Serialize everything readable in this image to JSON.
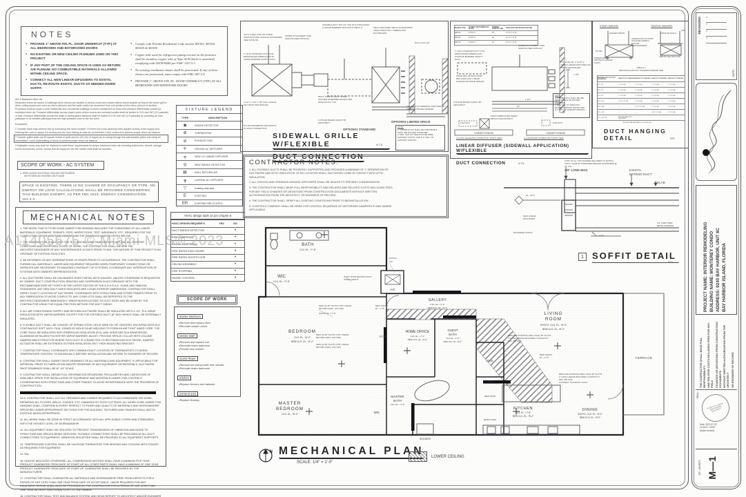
{
  "watermark": "A11405675 © Miami MLS® 2023",
  "notes_box": {
    "title": "NOTES",
    "left_items": [
      "PROVIDE 1\" ABOVE FIN. FL. DOOR UNDERCUT (TYP.) AT ALL BEDROOMS AND BATHROOMS DOORS",
      "NO EXISTING OR NEW CEILING PLENUMS USED ON THIS PROJECT",
      "IF ANY PART OF THE CEILING SPACE IS USED AS RETURN AIR PLENUM. NO COMBUSTIBLE MATERIALS ALLOWED WITHIN CEILING SPACE.",
      "CONNECT ALL NEW LINEAR DIFUSSERS TO EXISTG. DUCTS, RE-ROUTE EXISTG. DUCTS AS NEEDED INSIDE SOFFIT."
    ],
    "right_items": [
      "Comply with Florida Residential Code section M1503, M1504, M1505 & M1506",
      "Copper tube used for refrigerant piping erected on the premises shall be seamless copper tube of Type ACR (hard or annealed) complying with ASTM B280 per FMC 1107.5.3.",
      "No existing ventilation chases shall be penetrated. If any of these chases are penetrated, must comply with FMC 607.5.5.",
      "PROVIDE 1\" ABOVE FIN. FL. DOOR UNDERCUT (TYP.) AT ALL BEDROOMS AND BATROOMS DOORS"
    ]
  },
  "code_excerpt": {
    "heading": "601.6 Balanced return air",
    "body": "Restricted return air occurs in buildings when returns are located in central zones and closed interior doors impede air flow to the return grill or when ceiling spaces are used as return plenums and fire walls restrict air movement from one portion of the return plenum to another. Provisions shall be made in both residential and commercial buildings to avoid unbalanced air flows and pressure differentials caused by restricted return air. Pressure differentials across closed doors where returns are centrally located shall be limited to 0.01-inch WC (2.5 pascals) or less. Pressure differentials across fire walls in ceiling space plenums shall be limited to 0.01-inch WC (2.5 pascals) by providing air duct pathways or air transfer pathways from the high pressure zone to the low zone.",
    "exc_label": "Exceptions:",
    "exceptions": [
      "1 Transfer ducts may achieve this by increasing the return transfer 1½ times the cross sectional area (square inches) of the supply duct entering the room or space it is serving and the door having at least an unrestricted 1-inch undercut to achieve proper return air balance.",
      "2 Transfer grilles shall use 50 square inches of grille area to 100 cfm of supply air for sizing through-the-wall transfer grilles and using an unrestricted 1-inch undercutting of doors to achieve proper return air balance.",
      "3 Habitable rooms only shall be required to meet these requirements for proper balanced return air excluding bathrooms, closets, storage rooms and laundry rooms, except that all supply air into the master suite shall be included."
    ]
  },
  "scope_ac": {
    "title": "SCOPE OF WORK - AC SYSTEM",
    "item1": "1.  REPLACING EXISTING CEILING DIFFUSERS",
    "item2": "WITH NEW AS SHOWN ON PLANS",
    "exempt": "SPACE IS EXISTING. THERE IS NO CHANGE OF OCCUPANCY OR TYPE. NO ENERGY OR LOAD CALCULATIONS SHALL BE PROVIDED CONSIDERING THIS BUILDING EXEMPT, AS PER FBC 2010, ENERGY CONSERVATION 101.4.3"
  },
  "mechanical_notes": {
    "title": "MECHANICAL NOTES",
    "items_a": [
      "1.  THE WORK THAT IS TO BE DONE UNDER THIS HEADING INCLUDES THE FURNISHING OF ALL LABOR, MATERIALS, EQUIPMENT, PERMITS, FEES, INSPECTIONS, TEST, INSURANCE, ETC. REQUIRED FOR THE COMPLETION OF THE SYSTEMS INDICTED ON THE DRAWINGS AND/OR LISTED BELOW.",
      "2.  THE CONTRACTOR SHALL VISIT THE SITE AND BECOME FAMILIAR WITH ANY AND ALL EXISTING CONDITIONS AND PROPOSED SCOPE OF WORK. THE CONTRACTOR SHALL INFORM THE ARCHITECT/ENGINEER OF ANY DISCREPANCIES 10 DAYS PRIOR TO BID. THE NATURE OF THIS PROJECT IS AN UPGRADE OF EXISTING FACILITIES.",
      "3.  BE INFORMED OF ANY INTERRUPTIONS 24 HOURS PRIOR TO OCCURRENCE. THE CONTRACTOR SHALL FURNISH ALL MATERIALS, LABOR AND EQUIPMENT REQUIRED WHEN TEMPORARY CONNECTIONS OR SERVICES ARE NECESSARY TO MAINTAIN CONTINUITY OF SYSTEMS. COORDINATE ANY INTERRUPTION OF SYSTEMS WITH OWNER'S REPRESENTATIVE.",
      "4.  ALL DUCTWORK SHALL BE GALVANIZED SHEET METAL WITH GAUGES, UNLESS OTHERWISE IS REQUESTED BY OWNER. DUCT CONSTRUCTION, BRACING AND SUSPENSION IN ACCORDANCE WITH THE RECOMMENDATIONS SET FORTH IN THE LATEST EDITION OF THE A.S.H.R.A.E. GUIDE AND SMACNA STANDARDS. ANY NEW DUCT SIZES INDICATED ARE CLEAR INTERIOR DIMENSIONS. CONTRACTOR SHALL VERIFY EXACT LOCATION OF DUCTWORK. COORDINATE WITH STRUCTURE AND OTHER TRADES PRIOR TO ANY FABRICATION TO AVOID CONFLICTS. ANY CONFLICTS SHALL BE REPORTED TO THE ARCHITECT/ENGINEER IMMEDIATELY. MINOR MODIFICATIONS TO DUCT SIZES MAY BE DONE BY THE CONTRACTOR USING THE EQUAL FRICTION METHOD FOR DUCT SIZING.",
      "5.  ALL AIR CONDITIONING SUPPLY AND RETURN DUCTWORK SHALL BE INSULATED WITH 1-1/2\", R-6, WRAP INSULATION WITH VAPOR BARRIER, EXCEPT FOR THE EXPOSED DUCT, (IF ANY) WHICH SHALL BE INTERNALLY INSULATED.",
      "6.  FLEXIBLE DUCT SHALL BE CONSIST OF SPRING STEEL HELIX WIRE ON 7/8\" CENTERS, ENCAPSULATED IN A CONTINUOUS SOFT VINYL FILM, JOINED BY MOLECULAR WELDING TO FORM AN AIR TIGHT INNER CORE. THE CORE SHALL BE INSULATED WITH FIBERGLAS INSULATION (R-6), AND SHEATHED IN A REINFORCED, ALUMINUM METALIZED POLYESTER VAPOR BARRIER JACKET. PROVIDE SPIN-IN COLLAR WITH VOLUME DAMPER AND EXTRACTOR WHERE FLEX DUCT IS CONNECTED TO RECTANGULAR DUCTWORK. DAMPER ACTUATOR SHALL BE EXTENDED OUTSIDE INSULATION ON 1\" HIGH MOUNTING BRACKET.",
      "7.  CONTRACTOR SHALL COORDINATE WITH OWNER EXACT LOCATION OF THERMOSTATS TO ASIGN TEMPERATURE CONTROL TO INDIVIDUALS, BEFORE INSTALLATION AND INFORM TO ENGINEER OF RECORD.",
      "8.  CONTRACTOR SHALL SUBMIT SHOP DRAWINGS OF ALL MATERIALS AND EQUIPMENT. IF APPLICABLE FOR APPROVAL PRIOR TO FABRICATION AND/OR ORDERING OF ANY EQUIPMENT OR MATERIALS. DUCTWORK SHOP DRAWINGS SHALL BE AT 1/4\" SCALE.",
      "9.  CONTRACTOR SHALL OBTAIN FULL INFORMATION REGARDING PECULIARITIES AND LIMITATIONS OF AVAILABLE SPACE FOR INSTALLATION OF EQUIPMENT AND MATERIALS UNDER THIS CONTRACT COORDINATING WITH STRUCTURE AND OTHER TRADES TO AVOID INTERFERENCE WITH THE PROGRESS OF CONSTRUCTION."
    ],
    "items_b": [
      "10.A.  CONTRACTOR SHALL CUT ALL OPENINGS AND CHASES REQUIRED TO ACCOMMODATE HIS WORK, REPAIRING ALL FLOORS, WALLS, CHASES, ETC. DAMAGED BY SUCH CUTTINGS. ALL WORK DONE UNDER THIS HEADING SHALL CONFORM IN EVERY RESPECT TO FINISH AND QUALITY OF MATERIALS AND WORKMANSHIP SPECIFIED UNDER APPROPRIATE SECTIONS FOR THE BUILDING. TEXTURES AND FINISHES SHALL MATCH EXISTING WHEN APPROPRIATE.",
      "11.  ALL WORK SHALL BE DONE IN STRICT ACCORDANCE WITH ALL APPLICABLE CODES AND STANDARDS, WITH THE HIGHEST LEVEL OF WORKMANSHIP.",
      "12.  ALL EQUIPMENT SHALL BE ISOLATED TO PREVENT TRANSMISSION OF VIBRATION AND NOISE TO STRUCTURE AND SPACES BEING SERVICED. FLEXIBLE CONNECTIONS SHALL BE PROVIDED AT ALL DUCT CONNECTIONS TO EQUIPMENT. VIBRATION ISOLATORS SHALL BE PROVIDED AT ALL EQUIPMENT SUPPORTS.",
      "13.  TEMPERATURE CONTROL SHALL BE VIA ROOM THERMOSTAT FOR HEATING AND COOLING WITH STAGES AS REQUIRED FOR EQUIPMENT.",
      "14.  N/A",
      "16.  UNLESS INDICATED OTHERWISE, ALL COMPRESSOR MOTORS SHALL HAVE A MINIMUM FIVE YEAR PRODUCT GUARANTEE FROM DATE OF START-UP. ALL OTHER PARTS SHALL HAVE A MINIMUM OF ONE YEAR PRODUCT GUARANTEE FROM DATE OF START-UP. GUARANTEE SHALL BE PROVIDED BY THE MANUFACTURER.",
      "17.  CONTRACTOR SHALL GUARANTEE ALL MATERIALS AND WORKMANSHIP FREE FROM DEFECTS FOR A PERIOD OF NOT LESS THAN ONE YEAR FROM DATE OF ACCEPTANCE. LABOR REQUIRED FOR ANY EQUIPMENT REPAIR SHALL ALSO BE PROVIDED BY THE CONTRACTOR FOR A PERIOD OF NOT LESS THAN ONE YEAR WITHOUT ADDITIONAL COST TO THE OWNER.",
      "18.  CONTRACTOR SHALL TEST AND BALANCE SYSTEM, AND SEND REPORT TO ARCHITECT AND/OR ENGINEER OF RECORD. TEST AND BALANCE CONTRACTOR SHALL BE A MEMBER OF AABC OR NEBB, UNLESS OTHERWISE NOTED."
    ]
  },
  "fixture_legend": {
    "title": "FIXTURE LEGEND",
    "col_type": "TYPE",
    "col_desc": "DESCRIPTION",
    "rows": [
      {
        "icon": "◉",
        "desc": "SMOKE DETECTOR"
      },
      {
        "icon": "⊕",
        "desc": "THERMOSTAT"
      },
      {
        "icon": "⊘",
        "desc": "EXHAUST FAN"
      },
      {
        "icon": "✛",
        "desc": "CEILING AC DIFFUSER"
      },
      {
        "icon": "┯",
        "desc": "NEW 1/2 LINEAR DIFFUSER"
      },
      {
        "icon": "◎",
        "desc": "NEW SMOKE DETECTOR"
      },
      {
        "icon": "▤",
        "desc": "WALL RETURN AIR"
      },
      {
        "icon": "┳",
        "desc": "LATERAL AC DIFFUSER"
      },
      {
        "icon": "▽",
        "desc": "existing data jack"
      },
      {
        "icon": "E",
        "desc": "EXISTING"
      },
      {
        "icon": "ER",
        "desc": "EXISTING RELOCATED"
      }
    ]
  },
  "hvac_table": {
    "caption": "HVAC design table as per chapter 8",
    "col_req": "HVAC DESIGN REQUIRE'S",
    "col_yes": "YES",
    "col_no": "NO",
    "rows": [
      {
        "label": "DUCT SMOKE DETECTOR",
        "yes": "",
        "no": "•"
      },
      {
        "label": "FIRE DAMPER(S)",
        "yes": "",
        "no": "•"
      },
      {
        "label": "SMOKE DAMPER(S)",
        "yes": "",
        "no": "•"
      },
      {
        "label": "FIRE RATED ENCLOSURE",
        "yes": "",
        "no": "•"
      },
      {
        "label": "FIRE RATED ROOF/FLOOR",
        "yes": "",
        "no": "•"
      },
      {
        "label": "CEILING ASSEMBLY",
        "yes": "",
        "no": "•"
      },
      {
        "label": "FIRE STOPPING",
        "yes": "",
        "no": "•"
      },
      {
        "label": "SMOKE CONTROL",
        "yes": "",
        "no": "•"
      }
    ]
  },
  "scope_box": {
    "title": "SCOPE OF WORK",
    "s1": "Master Bedroom",
    "s1_items": [
      "Remove and replace floor",
      "Remodel master closet"
    ],
    "s2": "Master Bath",
    "s2_items": [
      "Remove and replace tub",
      "Remodel entire bathroom",
      "Provide new shower"
    ],
    "s3": "Guest Room",
    "s3_items": [
      "Remove tub and provide new shower",
      "Remodel entire bathroom"
    ],
    "s4": "Kitchen",
    "s4_items": [
      "Replace fixtures and cabinets"
    ],
    "s5": "General area",
    "s5_items": [
      "Replace flooring"
    ]
  },
  "sidewall": {
    "title_l1": "SIDEWALL GRILLE W/FLEXIBLE",
    "title_l2": "DUCT CONNECTION",
    "nts": "N.T.S.",
    "option1": "OPTION#1 STANDARD",
    "option2": "OPTION#2 LIMITED SPACE",
    "note_title": "NOTE:",
    "notes": [
      "1. FLEXIBLE DUC SHALL BE ONE PIECE & SHALL BE SPLICED TOGETHER.",
      "2. MAX. SAG 1/2\" PER FOOT BETWEN SUPPORT POINTS, AND 5'-0\" MAX. OF SUPPORT SPACING."
    ],
    "lbl_rod": "GALV. STEEL ROD OR STRAP SUPPORTS PER SMACNA STANDARDS (SEE NOTE #2)",
    "lbl_upper": "UPPER ATTACHMENT PER SMACNA (SEE NOTE #2)",
    "lbl_flex": "FLEXIBLE DUCT W/1 1/2\" THK (R-6) INSULATION & VAPOR BARRIER MAX RUN TO BE 8'-0\"",
    "lbl_plenum": "FIELD FAB SHEET METAL PLENUM BOX (INSULATED) OR 1\" FIBERGLASS DUCTBOARD",
    "lbl_collar": "DUCT COLLAR",
    "lbl_supply": "1\" (R-6) STANDARD DUTY FOIL REINFORCED FIBERGLASS W/ VAPOR BARRIER SUPPLY DUCT",
    "lbl_angle": "1-1/2\" x 1-1/2\" x 1/8\" GALV. ANGLE OR STRAP PER SMACNA",
    "lbl_nylon": "NYLON DRAWBAND AND MASTIC AT EACH CONNECTION",
    "lbl_strap": "MIN 2\" WIDE 22 GALV. STRAP HANGER W/HEMMED EDGES PER SMACNA FIG. 3-10",
    "lbl_gyp": "GYPSUM BOARD SOFFIT BY ARCHITECT",
    "lbl_titus": "TITUS 272 FS SIDEWALL DIFFUSER W/ OPPOSED BLADE DAMPER"
  },
  "contractor_notes": {
    "title": "CONTRACTOR NOTES:",
    "items": [
      "1.  ALL FLEXIBLE DUCTS SHALL BE PROPERLY SUPPORTED AND PROVIDED A MINIMUM OF 1\" SEPARATION OF DUCTWORK AND ATTIC INSULATION. AT NO LOCATION SHALL DUCTWORK COME IN CONTACT WITH ATTIC INSULATION.",
      "2.  ALL CRACKS AND OPENINGS AROUND DIFFUSERS SHALL BE SEALED TO PREVENT CONDENSATION.",
      "3.  THE CONTRACTOR SHALL BEAR FULL RESPONSIBILITY AND RELATED AND RELATED COSTS INCLUDING FEES FOR ANY FIELD CHANGES OR DEVIATIONS FROM CONSTRUCTION DOCUMENTS WITHOUT WRITTEN AUTHORIZATION FROM THE ARCHITECT OR ENGINEER OF RECORD.",
      "4.  THE CONTRACTOR SHALL VERIFY ALL EXISTING CONDITIONS PRIOR TO BID/INSTALLATION.",
      "5.  CONTROLS COMPANY SHALL BE HIRED FOR CONTROL SEQUENCE OF MOTORIZED DAMPERS IF AND WHERE APPLICABLE."
    ]
  },
  "linear": {
    "title_l1": "LINEAR DIFFUSER (SIDEWALL APPLICATION) W/FLEXIBLE",
    "title_l2": "DUCT CONNECTION",
    "nts": "N.T.S.",
    "tbl_h": [
      "ML/MLR TYPE",
      "W WIDTH (IN) NUMBER OF SLOTS",
      "NOMINAL LENGTH L (IN)",
      "AVAILABLE MULTIPLE/CLEAR (IN)"
    ],
    "tbl_rows": [
      [
        "MR1-2F",
        "2-7/16 / 2",
        "48",
        "4, 5, 6, 7, 8, 10"
      ],
      [
        "MR1-3F",
        "3-7/16 / 3",
        "48",
        "4, 5, 6, 7, 8, 10"
      ],
      [
        "MR1-4F",
        "4-7/16 / 4",
        "48",
        "4, 5, 6, 7, 8, 10"
      ]
    ],
    "lbl_upper": "UPPER ATTACHMENT PER SMACNA (SEE NOTE #2)",
    "lbl_supply": "1\" (R-6) STANDARD DUTY FOIL REINFORCED FIBERGLASS W/VAPOR BARRIER SUPPLY DUCT",
    "lbl_titus": "TITUS ML-38, 1\" SLOT 2 SLOTS LINEAR DIFFUSER OR PRICE EQUIVALENT",
    "lbl_price": "PRICE MFL-38 INSULATED RECTANGULAR LINEAR PLENUM OR PRICE SIMILAR",
    "lbl_gyp": "GYPSUM BOARD SOFFIT BY ARCHITECT",
    "lbl_boot": "FIELD FABRICATED SHEET METAL PLENUM BOOT",
    "lbl_flex": "FLEX DUCT",
    "lbl_linear_plenum": "LINEAR PLENUM",
    "cap_a": "A-A  LOW CLEARANCE CONNECTION \"FRONT VIEW\"",
    "cap_b": "A-A  STANDARD CONNECTION \"FRONT VIEW\"",
    "dim1": "1 7/8\"",
    "dim2": "1 1/4\"",
    "dim3": "12\"",
    "note_title": "NOTE:",
    "notes": [
      "1. FLEXIBLE DUC SHALL BE ONE PIECE & SHALL BE SPLICED TOGETHER.",
      "2. MAX. SAG 1/2\" PER FOOT BETWEN SUPPORT POINTS, AND 5'-0\" MAX. OF SUPPORT SPACING."
    ]
  },
  "duct_hanging": {
    "title": "DUCT HANGING DETAIL",
    "nts": "NTS",
    "h_strap": "STRAP HANGERS",
    "h_trapeze": "TRAPEZE HANGERS",
    "lbl_hanger": "HANGER STRAPS",
    "lbl_60": "60° MIN",
    "lbl_unless": "UNLESS FOOT OF STRAP IS PLACED UNDER A BOTTOM REINFORCEMENT",
    "lbl_strap_angle": "STRAP OR ANGLE",
    "lbl_rod": "ROD",
    "lbl_screws": "SCREWS MAY BE OMITTED IF HANGER LOOPS",
    "lbl_bolt": "SIZE BOLT/EL FOR LOAD",
    "tbl_cap1": "TABLE 4-1",
    "tbl_cap2": "RECTANGULAR DUCT HANGERS MINIMUM SIZE",
    "tbl_h": [
      "MAXIMUM HALF OF DUCT PERIMETER",
      "PAIR AT 10 FT SPACING",
      "PAIR AT 8 FT SPACING",
      "PAIR AT 5 FT SPACING",
      "PAIR AT 4 FT SPACING"
    ],
    "tbl_rows": [
      [
        "P/2 = 30\"",
        "1\" X 22 GA",
        "1\" X 22 GA",
        "1\" X 22 GA",
        "1\" X 22 GA"
      ],
      [
        "P/2 = 72\"",
        "1\" X 18 GA",
        "1\" X 20 GA",
        "1\" X 22 GA",
        "1\" X 22 GA"
      ],
      [
        "P/2 = 96\"",
        "1\" X 16 GA",
        "1\" X 18 GA",
        "1\" X 20 GA",
        "1\" X 20 GA"
      ],
      [
        "P/2 = 120\"",
        "1-1/2\" X 16 GA",
        "1\" X 16 GA",
        "1\" X 18 GA",
        "1\" X 18 GA"
      ],
      [
        "P/2 = 168\"",
        "—",
        "1-1/2\" X 16 GA",
        "1\" X 16 GA",
        "1\" X 16 GA"
      ],
      [
        "P/2 = 192\"",
        "—",
        "—",
        "1-1/2\" X 16 GA",
        "1\" X 16 GA"
      ],
      [
        "P/2 = 192\" UP",
        "SPECIAL ANALYSIS REQUIRED",
        "",
        "",
        ""
      ]
    ],
    "footnote": "AS PER SMACNA TABLE 4-1 & FMC 603"
  },
  "soffit": {
    "marker": "1",
    "title": "SOFFIT DETAIL",
    "nts": "NTS",
    "lbl_runner": "3-5/8\" 25 GA. TOP RUNNER SECURED TO EXISTG. CONC. SLAB W/ STANDARD DRILLED FASTENERS @ 24\" O/C",
    "lbl_runner2": "3/4\" LONG MAX.",
    "lbl_exist1": "EXISTG.",
    "lbl_exist2": "EXTEND DUCT",
    "lbl_slab": "SLAB",
    "lbl_el8": "EL. +8'-0\"",
    "lbl_newlin1": "NEW LINEAR",
    "lbl_newlin2": "DIFFUSSER",
    "lbl_ext_soffit": "EXTENDED SOFFIT",
    "lbl_el78": "EL. +7'-8\"",
    "lbl_gwb1": "1/2\" GWB OVER",
    "lbl_gwb2": "METAL FRAMING"
  },
  "plan": {
    "title": "MECHANICAL PLAN",
    "scale": "SCALE: 1/4\" = 1'-0\"",
    "legend": "LOWER CEILING",
    "north": "N",
    "bath": "BATH",
    "bath_clg": "CLG. EL. +7'-8\"",
    "wic1": "WIC",
    "wic1_clg": "CLG. EL. +7'-8\"",
    "bedroom": "BEDROOM",
    "bedroom_clg": "CLG. EL. +8'-0\"",
    "bedroom_clg_new": "NEW CLG. EL. +8'-2\"",
    "master_l1": "MASTER",
    "master_l2": "BEDROOM",
    "master_clg": "CLG. EL. +8'-0\"",
    "wic2": "WIC",
    "shower": "SHOWER",
    "mbath_l1": "MASTER",
    "mbath_l2": "BATH",
    "mbath_clg": "CLG. EL. +7'-8\"",
    "gallery": "GALLERY",
    "gallery_clg": "CLG. EL. +7'-2\"",
    "gallery_clg_new": "NEW CLG. EL. +8'-2\"",
    "office": "HOME OFFICE",
    "office_clg": "CLG. EL. +7'-2\"",
    "office_clg_new": "NEW CLG. EL. +8'-2\"",
    "gbath_l1": "GUEST",
    "gbath_l2": "BATH",
    "gbath_clg": "CLG. EL. +7'-2\"",
    "gbath_clg_new": "NEW CLG. EL. +8'-2\"",
    "stor1": "STOR.",
    "stor2": "STOR.",
    "living_l1": "LIVING",
    "living_l2": "ROOM",
    "living_clg": "EXISTG. CLG. EL. +8'-0\"",
    "living_clg_new": "NEW CLG. EL. +8'-2\"",
    "kitchen": "KITCHEN",
    "kitchen_clg": "CLG. EL. +7'-8\"",
    "kitchen_clg_new": "NEW CLG. EL. +8'-2\"",
    "dining": "DINING",
    "dining_clg": "EXISTG. CLG. EL. +8'-0\"",
    "dining_clg_new": "NEW CLG. EL. +8'-2\"",
    "terrace": "TERRACE",
    "ac": "A/C",
    "ac_note1": "EXISTG.",
    "ac_note2": "A/C",
    "oven": "OVEN",
    "hood": "NEW HOOD",
    "micro": "MICRO OVEN",
    "ann_duct1": "4\"X14\" RIGID RETURN DUCT",
    "ann_duct2": "INSIDE SOFFIT",
    "ann_grill1": "NEW (4) 48\" SLOTS 4\"X8\" LINEAR",
    "ann_grill2": "RETURN GRILL (AS CFM)",
    "ann_soffit": "SOFFIT EL. +7'-8\"",
    "ann_newsoffit1": "NEW SOFFIT",
    "ann_newsoffit2": "EL. +7'-8\"",
    "ann_rep1": "REPLACE EXISTING GRILL W/(4) 48\" SLOTS",
    "ann_rep2": "4' LONG LINEAR DIFFUSER 2 CFM/LIN FT",
    "ann_rep3": "MIN. 400 CFM",
    "ann_rep4": "CONNECT TO EXISTG. DUCT"
  },
  "titleblock": {
    "revisions": "REVISIONS:",
    "date": "DATE:",
    "rev_nums": [
      "1",
      "2",
      "3",
      "4"
    ],
    "project_line1": "PROJECT NAME: INTERIOR REMODELING",
    "project_line2": "BUILDING NAME: MONTEREY CONDO",
    "project_line3": "ADDRESS: 9240 BAY HARBOR, UNIT 6C",
    "project_line4": "BAY HARBOR ISLAND, FLORIDA",
    "disclaimer_lines": [
      "THE CONTRACTOR SHALL BEAR FULL RESPONSIBILITY",
      "AND RELATED COSTS INCLUDING FEES FOR ANY FIELD",
      "CHANGES OR DEVIATIONS FROM CONSTRUCTION DOCUMENTS",
      "WITHOUT WRITTEN AUTHORIZATION FROM THE ARCHITECT",
      "OR ENGINEER OF RECORD"
    ],
    "seal_label": "SEAL:",
    "seal_text": "STATE OF FLORIDA REGISTERED ARCHITECT",
    "sig_date": "Date: 2022.07.25",
    "sig_time": "11:35:07 -04'00'",
    "sig_app": "Adobe Acrobat",
    "sheet_label": "SHEET:",
    "sheet_no": "M—1",
    "sheet_of": "OF: 1"
  }
}
